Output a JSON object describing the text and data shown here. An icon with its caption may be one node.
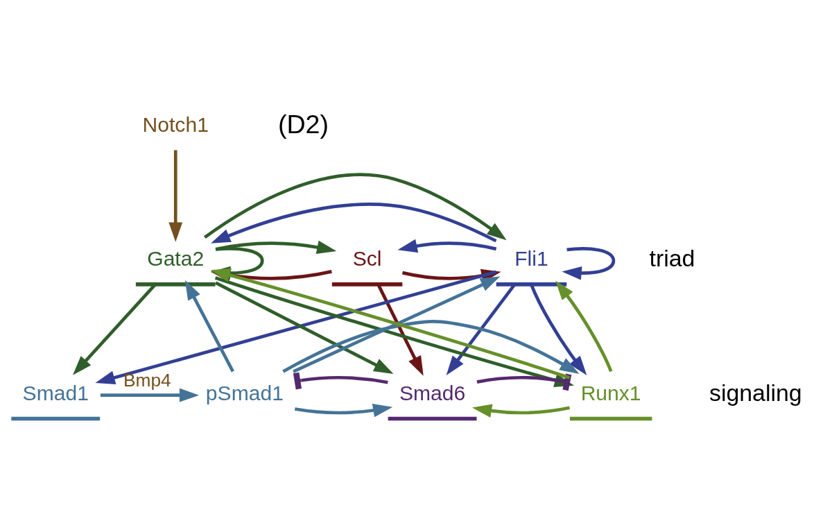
{
  "diagram": {
    "nodes": [
      {
        "text": [
          "Notch1"
        ]
      },
      {
        "text": [
          "Scl"
        ]
      },
      {
        "text": [
          "Fli1"
        ]
      },
      {
        "text": [
          "Gata2"
        ]
      },
      {
        "text": [
          "pSmad1"
        ]
      },
      {
        "text": [
          "Smad1"
        ]
      },
      {
        "text": [
          "Smad6"
        ]
      },
      {
        "text": [
          "Runx1"
        ]
      }
    ],
    "edges": [
      {
        "from": 0,
        "to": 3,
        "arrow": "to",
        "color": "#74501e"
      },
      {
        "from": 1,
        "to": 2,
        "arrow": "to",
        "color": "#6b1416"
      },
      {
        "from": 1,
        "to": 3,
        "arrow": "to",
        "color": "#6b1416"
      },
      {
        "from": 1,
        "to": 6,
        "arrow": "to",
        "color": "#6b1416"
      },
      {
        "from": 2,
        "to": 1,
        "arrow": "to",
        "color": "#323f94"
      },
      {
        "from": 2,
        "to": 2,
        "arrow": "to",
        "color": "#323f94"
      },
      {
        "from": 2,
        "to": 3,
        "arrow": "to",
        "color": "#323f94"
      },
      {
        "from": 2,
        "to": 5,
        "arrow": "to",
        "color": "#323f94"
      },
      {
        "from": 2,
        "to": 6,
        "arrow": "to",
        "color": "#323f94"
      },
      {
        "from": 2,
        "to": 7,
        "arrow": "to",
        "color": "#323f94"
      },
      {
        "from": 3,
        "to": 1,
        "arrow": "to",
        "color": "#2f5e2a"
      },
      {
        "from": 3,
        "to": 2,
        "arrow": "to",
        "color": "#2f5e2a"
      },
      {
        "from": 3,
        "to": 3,
        "arrow": "to",
        "color": "#2f5e2a"
      },
      {
        "from": 3,
        "to": 5,
        "arrow": "to",
        "color": "#2f5e2a"
      },
      {
        "from": 3,
        "to": 6,
        "arrow": "to",
        "color": "#2f5e2a"
      },
      {
        "from": 3,
        "to": 7,
        "arrow": "to",
        "color": "#2f5e2a"
      },
      {
        "from": 7,
        "to": 2,
        "arrow": "to",
        "color": "#66902a"
      },
      {
        "from": 7,
        "to": 3,
        "arrow": "to",
        "color": "#66902a"
      },
      {
        "from": 7,
        "to": 6,
        "arrow": "to",
        "color": "#66902a"
      },
      {
        "from": 4,
        "to": 2,
        "arrow": "to",
        "color": "#447397"
      },
      {
        "from": 4,
        "to": 3,
        "arrow": "to",
        "color": "#447397"
      },
      {
        "from": 4,
        "to": 6,
        "arrow": "to",
        "color": "#447397"
      },
      {
        "from": 4,
        "to": 7,
        "arrow": "to",
        "color": "#447397"
      },
      {
        "from": 5,
        "to": 4,
        "arrow": "to",
        "label": "Bmp4",
        "color": "#447397"
      },
      {
        "from": 6,
        "to": 4,
        "arrow": "other",
        "color": "#55296f"
      },
      {
        "from": 6,
        "to": 7,
        "arrow": "other",
        "color": "#55296f"
      }
    ],
    "labels": [
      "(D2)",
      "triad",
      "signaling"
    ]
  }
}
